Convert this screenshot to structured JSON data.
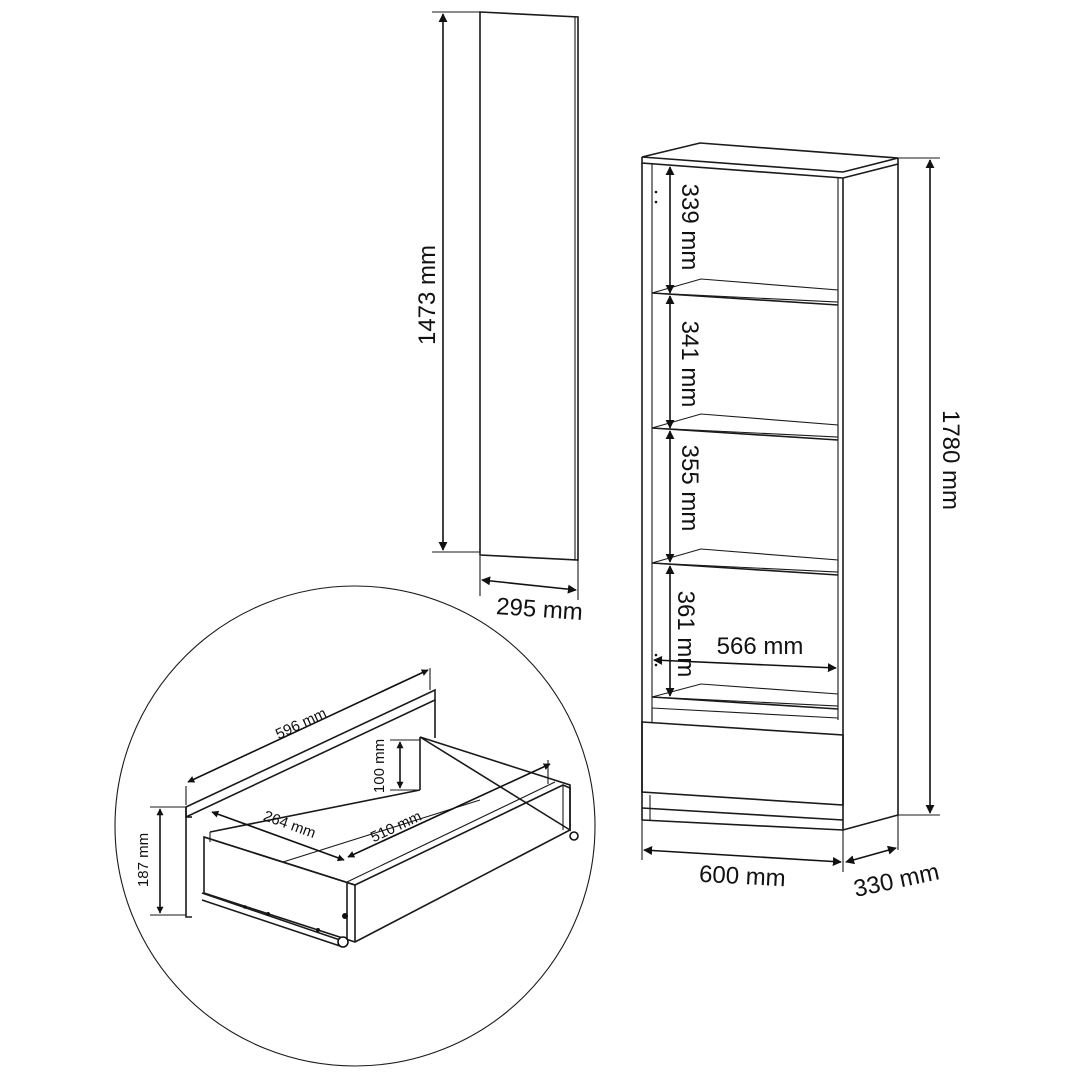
{
  "panel": {
    "height_label": "1473 mm",
    "width_label": "295 mm"
  },
  "bookcase": {
    "shelf_labels": [
      "339 mm",
      "341 mm",
      "355 mm",
      "361 mm"
    ],
    "inner_width_label": "566 mm",
    "height_label": "1780 mm",
    "width_label": "600 mm",
    "depth_label": "330 mm"
  },
  "drawer": {
    "length_label": "596 mm",
    "front_height_label": "187 mm",
    "box_height_label": "100 mm",
    "inner_width_label": "264 mm",
    "inner_depth_label": "510 mm"
  }
}
